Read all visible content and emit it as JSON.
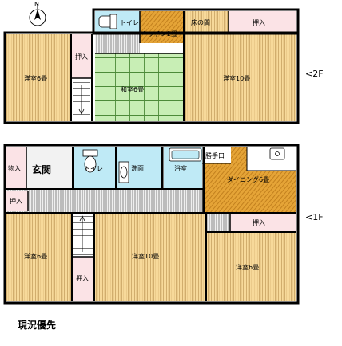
{
  "compass": {
    "label": "N"
  },
  "floors": {
    "upper": "<2F",
    "lower": "<1F"
  },
  "rooms_2f": {
    "west": "洋室6畳",
    "closet_west": "押入",
    "toilet": "トイレ",
    "kitchen": "キッチン2畳",
    "tokonoma": "床の間",
    "closet_ne": "押入",
    "washitsu": "和室6畳",
    "east": "洋室10畳"
  },
  "rooms_1f": {
    "storage": "物入",
    "genkan": "玄関",
    "toilet": "トイレ",
    "washroom": "洗面",
    "bath": "浴室",
    "back_door": "勝手口",
    "dining": "ダイニング6畳",
    "closet_w": "押入",
    "closet_e": "押入",
    "west": "洋室6畳",
    "closet_sw": "押入",
    "center": "洋室10畳",
    "east": "洋室6畳"
  },
  "caption": "現況優先",
  "colors": {
    "wood": "#f7d99a",
    "wood_grain": "#c8a262",
    "closet": "#fbe3e6",
    "washitsu": "#c8eeb5",
    "tatami_grid": "#4d8a39",
    "water": "#bfeaf6",
    "dining": "#e5a437",
    "dining_stripe": "#c2801e",
    "wall": "#000000"
  }
}
